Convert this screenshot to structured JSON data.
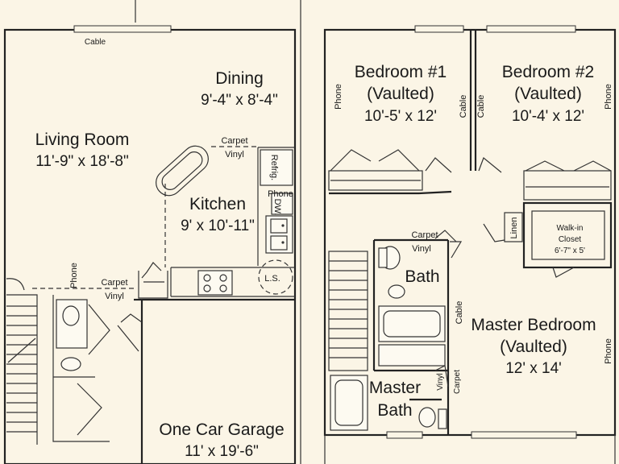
{
  "rooms": {
    "dining": {
      "name": "Dining",
      "dims": "9'-4\" x 8'-4\""
    },
    "living": {
      "name": "Living Room",
      "dims": "11'-9\" x 18'-8\""
    },
    "kitchen": {
      "name": "Kitchen",
      "dims": "9' x 10'-11\""
    },
    "garage": {
      "name": "One Car Garage",
      "dims": "11' x 19'-6\""
    },
    "bed1": {
      "name": "Bedroom #1",
      "sub": "(Vaulted)",
      "dims": "10'-5' x 12'"
    },
    "bed2": {
      "name": "Bedroom #2",
      "sub": "(Vaulted)",
      "dims": "10'-4' x 12'"
    },
    "bath": {
      "name": "Bath"
    },
    "master": {
      "name": "Master Bedroom",
      "sub": "(Vaulted)",
      "dims": "12' x 14'"
    },
    "mbath": {
      "line1": "Master",
      "line2": "Bath"
    },
    "closet": {
      "line1": "Walk-in",
      "line2": "Closet",
      "dims": "6'-7\" x 5'"
    }
  },
  "labels": {
    "cable": "Cable",
    "phone": "Phone",
    "carpet": "Carpet",
    "vinyl": "Vinyl",
    "refrig": "Refrig.",
    "dw": "DW.",
    "ls": "L.S.",
    "linen": "Linen"
  }
}
